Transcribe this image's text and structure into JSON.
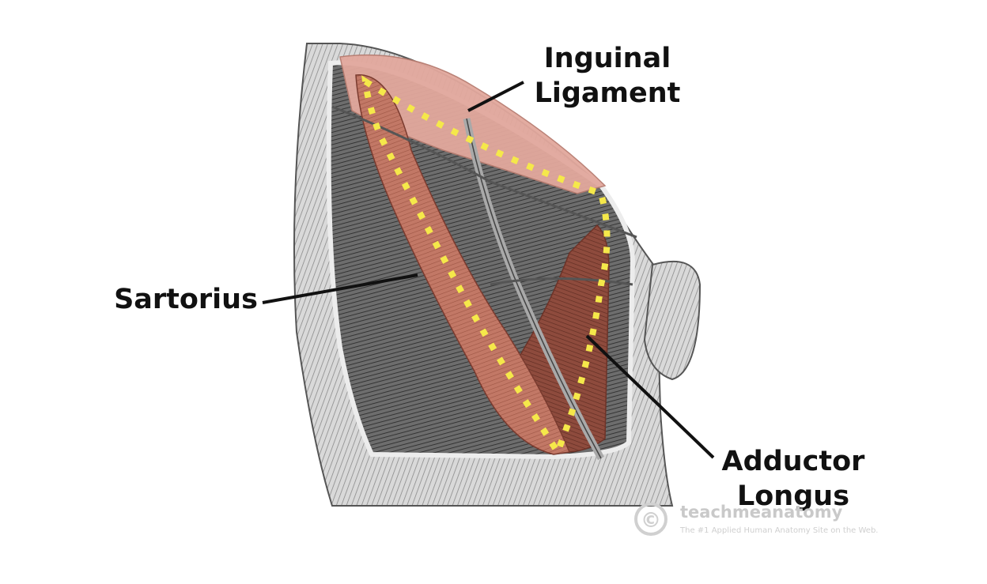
{
  "labels": {
    "inguinal": {
      "line1": "Inguinal",
      "line2": "Ligament"
    },
    "sartorius": "Sartorius",
    "adductor": {
      "line1": "Adductor",
      "line2": "Longus"
    }
  },
  "watermark": {
    "brand": "teachmeanatomy",
    "tagline": "The #1 Applied Human Anatomy Site on the Web.",
    "symbol": "©"
  },
  "colors": {
    "muscle": "#c47a66",
    "ligament": "#e2a89d",
    "outline_dots": "#f5e84a",
    "leader_lines": "#111111"
  }
}
